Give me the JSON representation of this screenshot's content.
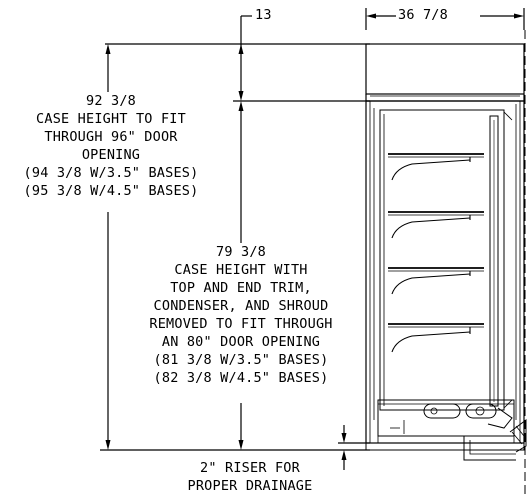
{
  "dimensions": {
    "depth_top": "13",
    "width": "36 7/8"
  },
  "case_height_full": {
    "lines": [
      "92 3/8",
      "CASE HEIGHT TO FIT",
      "THROUGH 96\" DOOR",
      "OPENING",
      "(94 3/8 W/3.5\" BASES)",
      "(95 3/8 W/4.5\" BASES)"
    ]
  },
  "case_height_reduced": {
    "lines": [
      "79 3/8",
      "CASE HEIGHT WITH",
      "TOP AND END TRIM,",
      "CONDENSER, AND SHROUD",
      "REMOVED TO FIT THROUGH",
      "AN 80\" DOOR OPENING",
      "(81 3/8 W/3.5\" BASES)",
      "(82 3/8 W/4.5\" BASES)"
    ]
  },
  "riser_note": {
    "lines": [
      "2\" RISER FOR",
      "PROPER DRAINAGE"
    ]
  },
  "colors": {
    "line": "#000000",
    "background": "#ffffff"
  }
}
